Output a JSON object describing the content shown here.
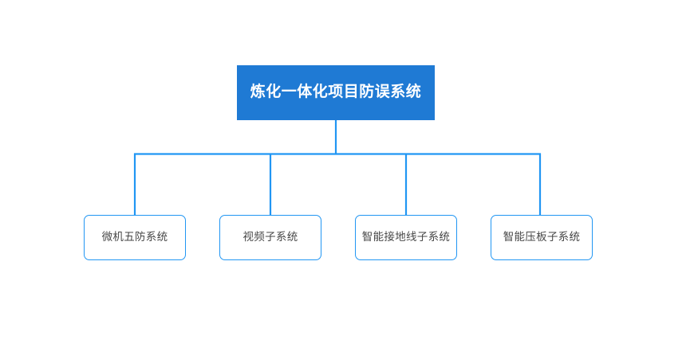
{
  "diagram": {
    "type": "organization-tree",
    "background_color": "#ffffff",
    "root": {
      "label": "炼化一体化项目防误系统",
      "fill_color": "#1f7ad4",
      "text_color": "#ffffff"
    },
    "children": [
      {
        "label": "微机五防系统"
      },
      {
        "label": "视频子系统"
      },
      {
        "label": "智能接地线子系统"
      },
      {
        "label": "智能压板子系统"
      }
    ],
    "child_style": {
      "border_color": "#2196f3",
      "fill_color": "#ffffff",
      "text_color": "#474747"
    },
    "connector_color": "#2196f3"
  }
}
